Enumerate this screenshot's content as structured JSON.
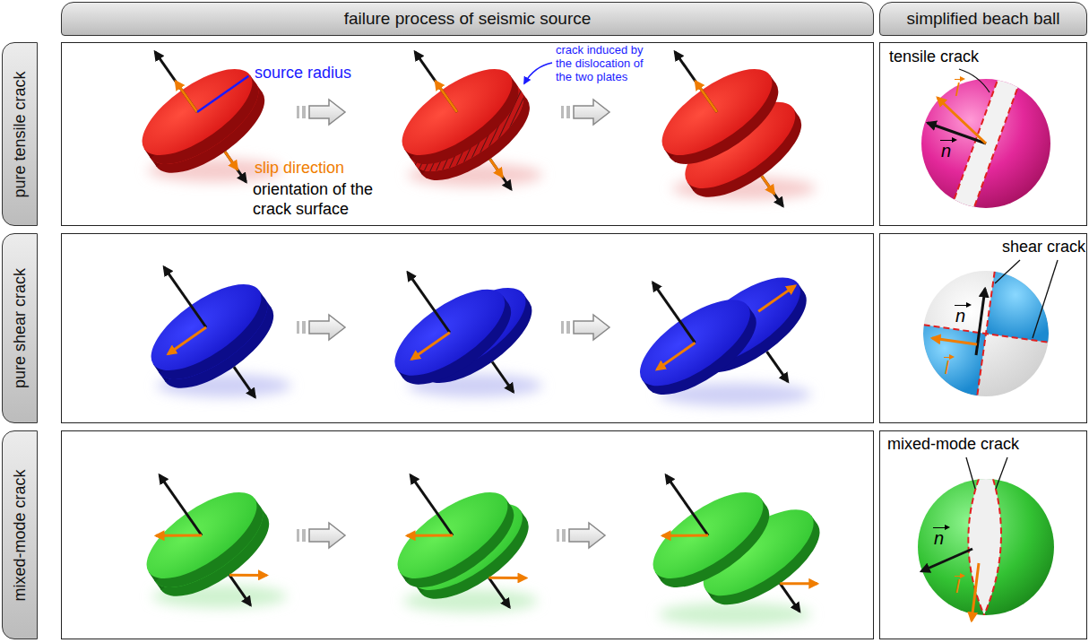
{
  "diagram": {
    "nodes": [
      {
        "text": [
          "failure process of seismic source"
        ]
      },
      {
        "text": [
          "simplified beach ball"
        ]
      },
      {
        "text": [
          "pure tensile crack"
        ]
      },
      {
        "text": [
          "pure shear crack"
        ]
      },
      {
        "text": [
          "mixed-mode crack"
        ]
      }
    ],
    "labels": [
      "source radius",
      "slip direction",
      "orientation of the crack surface",
      "crack induced by the dislocation of the two plates",
      "tensile crack",
      "n",
      "l",
      "shear crack",
      "n",
      "l",
      "mixed-mode crack",
      "n",
      "l"
    ]
  }
}
